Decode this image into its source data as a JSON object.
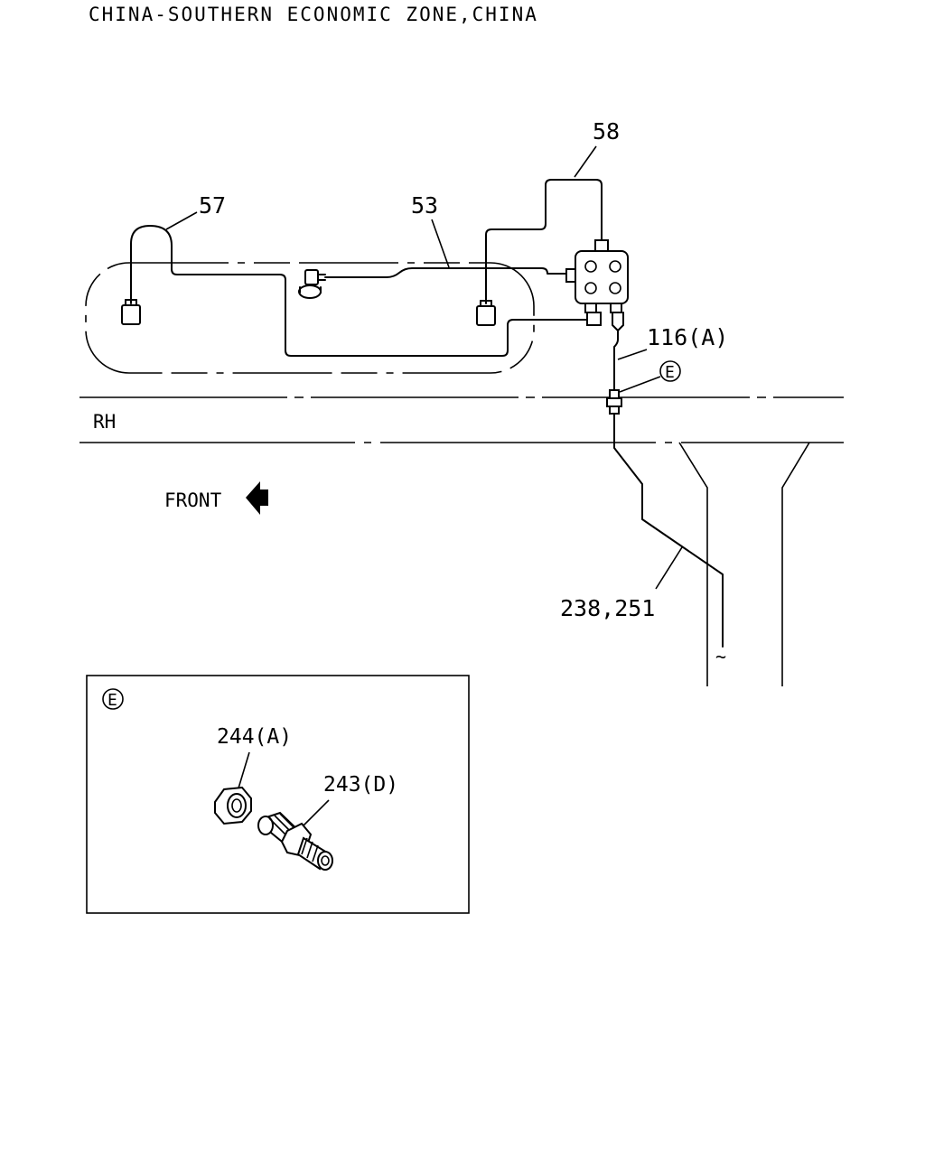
{
  "header": {
    "title": "CHINA-SOUTHERN ECONOMIC ZONE,CHINA"
  },
  "labels": {
    "p58": "58",
    "p57": "57",
    "p53": "53",
    "p116": "116(A)",
    "detail_ref": "E",
    "side": "RH",
    "front": "FRONT",
    "p238": "238,251",
    "tilde": "~"
  },
  "detail": {
    "ref": "E",
    "p244": "244(A)",
    "p243": "243(D)"
  }
}
